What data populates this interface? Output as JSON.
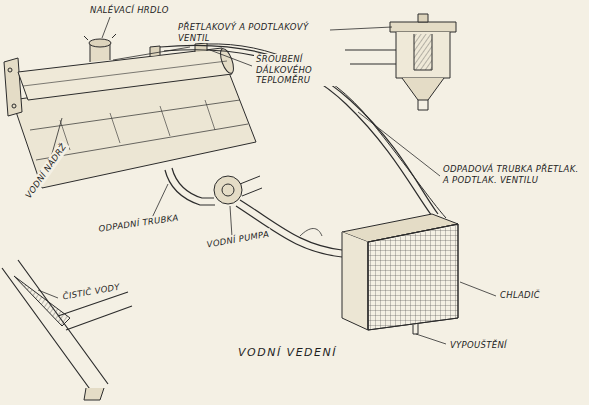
{
  "diagram": {
    "title": "VODNÍ VEDENÍ",
    "labels": [
      "NALÉVACÍ HRDLO",
      "PŘETLAKOVÝ A PODTLAKOVÝ VENTIL",
      "ŠROUBENÍ DÁLKOVÉHO TEPLOMĚRU",
      "VODNÍ NÁDRŽ",
      "ODPADNÍ TRUBKA",
      "VODNÍ PUMPA",
      "ČISTIČ VODY",
      "ODPADOVÁ TRUBKA PŘETLAK. A PODTLAK. VENTILU",
      "CHLADIČ",
      "VYPOUŠTĚNÍ"
    ]
  }
}
